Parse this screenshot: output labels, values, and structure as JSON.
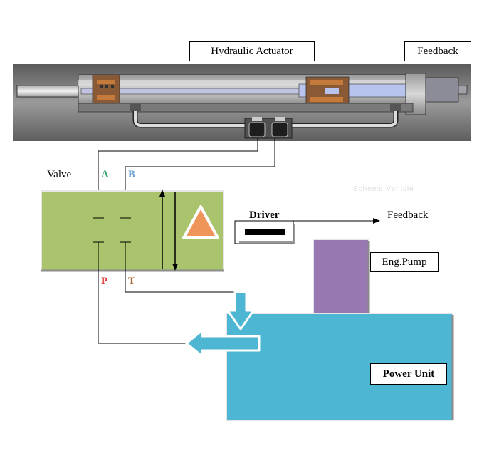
{
  "labels": {
    "actuator": "Hydraulic Actuator",
    "feedback_top": "Feedback",
    "valve": "Valve",
    "port_a": "A",
    "port_b": "B",
    "port_p": "P",
    "port_t": "T",
    "driver": "Driver",
    "feedback_right": "Feedback",
    "pump": "Eng.Pump",
    "power_unit": "Power Unit",
    "faint_caption": "Scheme Vehicle"
  },
  "colors": {
    "actuator_bg": "#6e6e6e",
    "valve_fill": "#a9c46d",
    "power_unit_fill": "#4db6d2",
    "pump_fill": "#9878b0",
    "triangle_fill": "#f0955a",
    "port_a": "#3aa86a",
    "port_b": "#6aa0d0",
    "port_p": "#d93030",
    "port_t": "#a46a3a",
    "arrow_fill": "#4db6d2"
  }
}
